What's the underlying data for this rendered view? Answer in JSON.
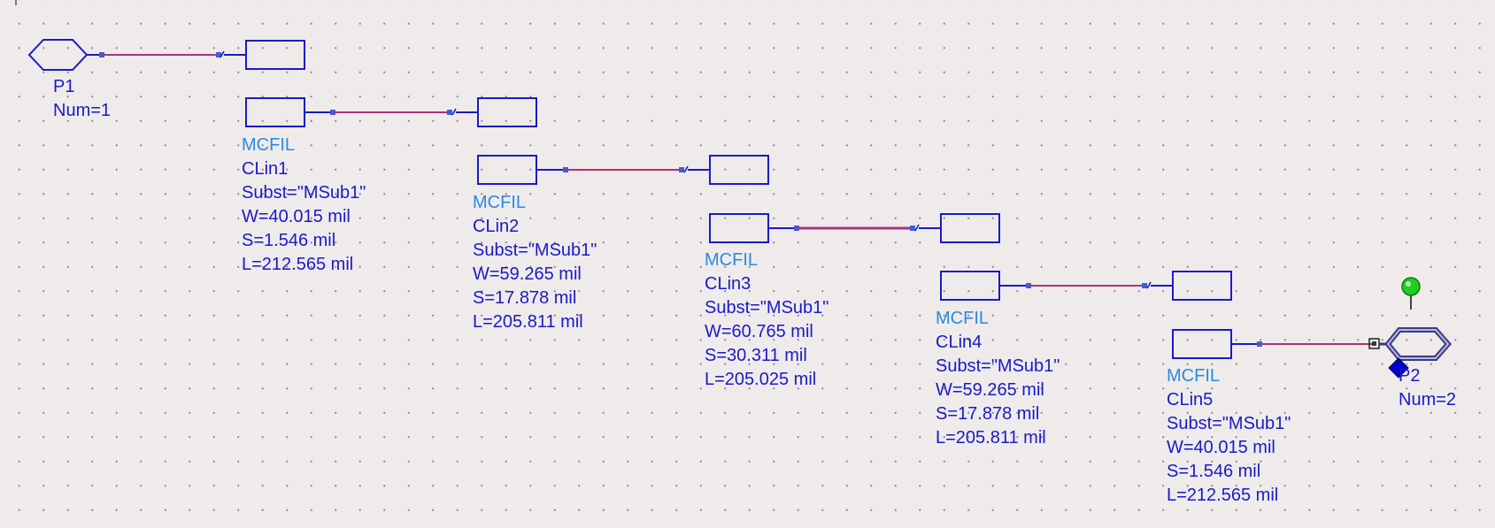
{
  "ports": [
    {
      "id": "port-p1",
      "name": "P1",
      "num": "Num=1"
    },
    {
      "id": "port-p2",
      "name": "P2",
      "num": "Num=2"
    }
  ],
  "components": [
    {
      "id": "clin1",
      "type": "MCFIL",
      "name": "CLin1",
      "subst": "Subst=\"MSub1\"",
      "w": "W=40.015 mil",
      "s": "S=1.546 mil",
      "l": "L=212.565 mil"
    },
    {
      "id": "clin2",
      "type": "MCFIL",
      "name": "CLin2",
      "subst": "Subst=\"MSub1\"",
      "w": "W=59.265 mil",
      "s": "S=17.878 mil",
      "l": "L=205.811 mil"
    },
    {
      "id": "clin3",
      "type": "MCFIL",
      "name": "CLin3",
      "subst": "Subst=\"MSub1\"",
      "w": "W=60.765 mil",
      "s": "S=30.311 mil",
      "l": "L=205.025 mil"
    },
    {
      "id": "clin4",
      "type": "MCFIL",
      "name": "CLin4",
      "subst": "Subst=\"MSub1\"",
      "w": "W=59.265 mil",
      "s": "S=17.878 mil",
      "l": "L=205.811 mil"
    },
    {
      "id": "clin5",
      "type": "MCFIL",
      "name": "CLin5",
      "subst": "Subst=\"MSub1\"",
      "w": "W=40.015 mil",
      "s": "S=1.546 mil",
      "l": "L=212.565 mil"
    }
  ],
  "colors": {
    "background": "#efebeb",
    "component": "#1a1ac8",
    "component_type": "#2a8ae0",
    "wire": "#b0307a",
    "ground_marker": "#22cc22",
    "selection_marker": "#0000cc"
  }
}
